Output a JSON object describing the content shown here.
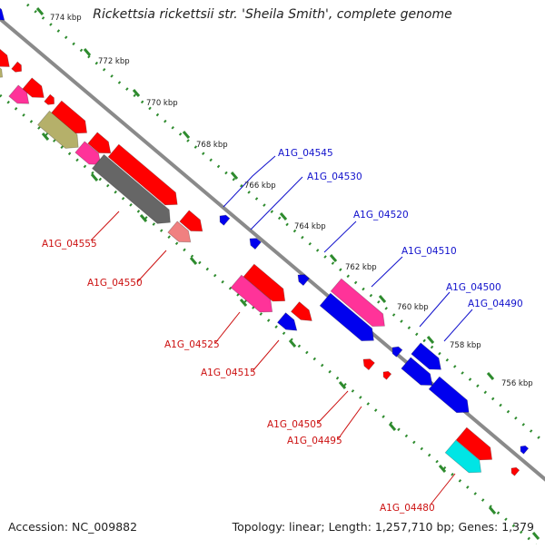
{
  "title": "Rickettsia rickettsii str. 'Sheila Smith', complete genome",
  "footer": {
    "accession": "Accession: NC_009882",
    "summary": "Topology: linear; Length: 1,257,710 bp; Genes: 1,379"
  },
  "colors": {
    "backbone": "#8a8a8a",
    "tick": "#2e8b2e",
    "tick_label": "#222222",
    "label_top": "#1010cc",
    "label_bottom": "#cc1010",
    "red": "#ff0000",
    "pink": "#ff3399",
    "blue": "#0000ee",
    "olive": "#b5b06a",
    "gray": "#666666",
    "cyan": "#00e5e5",
    "salmon": "#f08080"
  },
  "ticks": [
    "774 kbp",
    "772 kbp",
    "770 kbp",
    "768 kbp",
    "766 kbp",
    "764 kbp",
    "762 kbp",
    "760 kbp",
    "758 kbp",
    "756 kbp"
  ],
  "top_labels": [
    "A1G_04545",
    "A1G_04530",
    "A1G_04520",
    "A1G_04510",
    "A1G_04500",
    "A1G_04490"
  ],
  "bottom_labels": [
    "A1G_04555",
    "A1G_04550",
    "A1G_04525",
    "A1G_04515",
    "A1G_04505",
    "A1G_04495",
    "A1G_04480"
  ]
}
